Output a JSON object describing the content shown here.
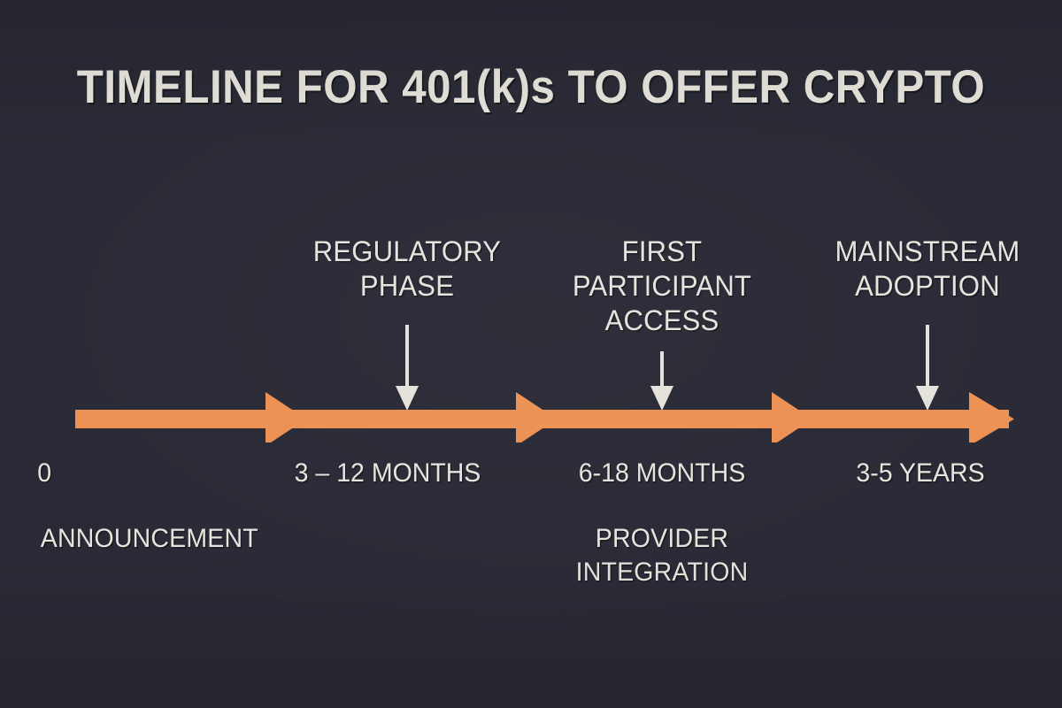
{
  "poster": {
    "title": "TIMELINE FOR 401(k)s TO OFFER CRYPTO",
    "background_color": "#2a2a36",
    "text_color": "#e6e4dd",
    "accent_color": "#ec9154",
    "pointer_color": "#e4e2da"
  },
  "chart_data": {
    "type": "timeline",
    "title": "TIMELINE FOR 401(k)s TO OFFER CRYPTO",
    "orientation": "horizontal",
    "axis_color": "#ec9154",
    "axis_start_label": "0",
    "axis_start_caption": "ANNOUNCEMENT",
    "milestones": [
      {
        "id": "announcement",
        "tick_label": "0",
        "caption": "ANNOUNCEMENT",
        "callout": "",
        "position_pct": 0,
        "has_pointer": false,
        "has_marker": false
      },
      {
        "id": "regulatory-phase",
        "tick_label": "3 – 12 MONTHS",
        "caption": "",
        "callout": "REGULATORY\nPHASE",
        "position_pct": 31,
        "has_pointer": true,
        "has_marker": true
      },
      {
        "id": "first-participant-access",
        "tick_label": "6-18 MONTHS",
        "caption": "PROVIDER\nINTEGRATION",
        "callout": "FIRST\nPARTICIPANT\nACCESS",
        "position_pct": 58,
        "has_pointer": true,
        "has_marker": true
      },
      {
        "id": "mainstream-adoption",
        "tick_label": "3-5 YEARS",
        "caption": "",
        "callout": "MAINSTREAM\nADOPTION",
        "position_pct": 86,
        "has_pointer": true,
        "has_marker": true
      }
    ]
  }
}
